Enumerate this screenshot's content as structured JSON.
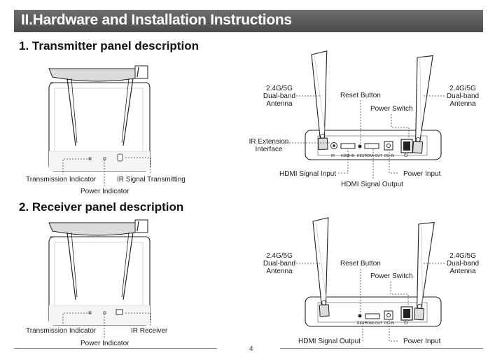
{
  "header": {
    "title": "II.Hardware and Installation Instructions"
  },
  "sections": {
    "transmitter": {
      "title": "1. Transmitter panel description"
    },
    "receiver": {
      "title": "2. Receiver panel description"
    }
  },
  "transmitter_front": {
    "transmission_indicator": "Transmission Indicator",
    "power_indicator": "Power Indicator",
    "ir_signal_transmitting": "IR Signal Transmitting"
  },
  "transmitter_rear": {
    "antenna_left_1": "2.4G/5G",
    "antenna_left_2": "Dual-band",
    "antenna_left_3": "Antenna",
    "antenna_right_1": "2.4G/5G",
    "antenna_right_2": "Dual-band",
    "antenna_right_3": "Antenna",
    "reset_button": "Reset Button",
    "power_switch": "Power Switch",
    "ir_extension_1": "IR Extension",
    "ir_extension_2": "Interface",
    "hdmi_signal_input": "HDMI Signal Input",
    "hdmi_signal_output": "HDMI Signal Output",
    "power_input": "Power Input",
    "port_ir": "IR",
    "port_hdmi_in": "HDMI-IN",
    "port_rest": "REST",
    "port_hdmi_out": "HDMI-OUT",
    "port_dc_in": "DC-IN",
    "port_power": "⏻"
  },
  "receiver_front": {
    "transmission_indicator": "Transmission Indicator",
    "power_indicator": "Power Indicator",
    "ir_receiver": "IR Receiver"
  },
  "receiver_rear": {
    "antenna_left_1": "2.4G/5G",
    "antenna_left_2": "Dual-band",
    "antenna_left_3": "Antenna",
    "antenna_right_1": "2.4G/5G",
    "antenna_right_2": "Dual-band",
    "antenna_right_3": "Antenna",
    "reset_button": "Reset Button",
    "power_switch": "Power Switch",
    "hdmi_signal_output": "HDMI Signal Output",
    "power_input": "Power Input",
    "port_rest": "REST",
    "port_hdmi_out": "HDMI-OUT",
    "port_dc_in": "DC-IN",
    "port_power": "⏻"
  },
  "footer": {
    "page_number": "4"
  }
}
